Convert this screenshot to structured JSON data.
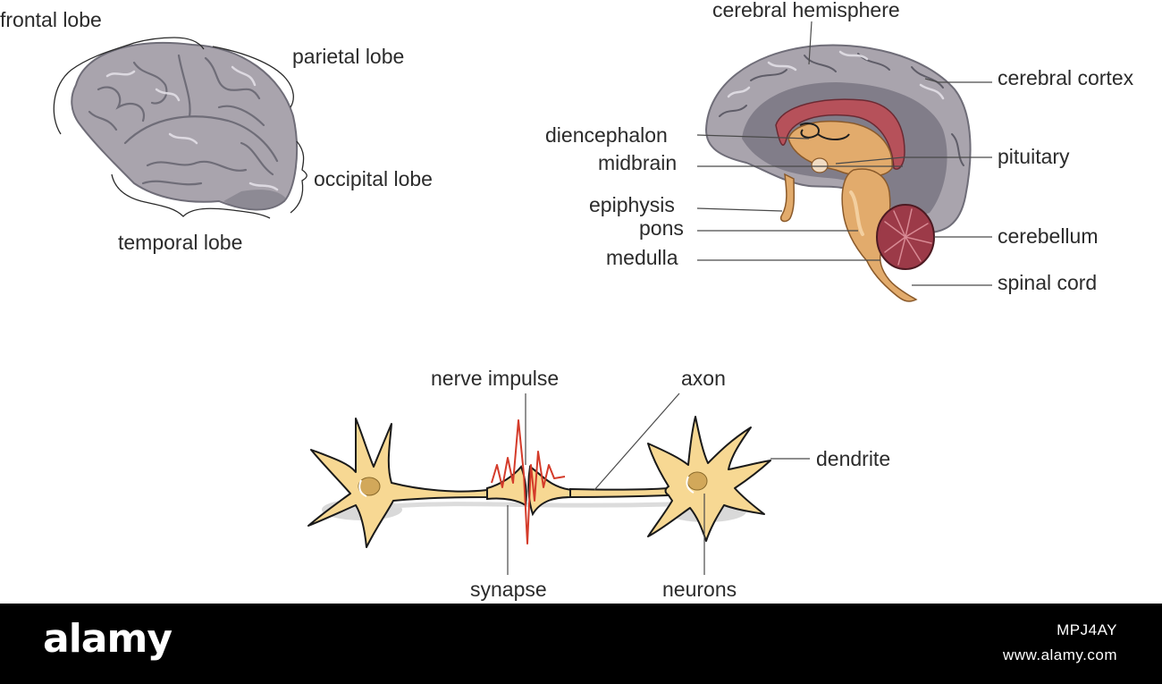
{
  "lobes_diagram": {
    "frontal": "frontal lobe",
    "parietal": "parietal lobe",
    "occipital": "occipital lobe",
    "temporal": "temporal lobe"
  },
  "section_diagram": {
    "cerebral_hemisphere": "cerebral hemisphere",
    "cerebral_cortex": "cerebral cortex",
    "diencephalon": "diencephalon",
    "midbrain": "midbrain",
    "pituitary": "pituitary",
    "epiphysis": "epiphysis",
    "pons": "pons",
    "cerebellum": "cerebellum",
    "medulla": "medulla",
    "spinal_cord": "spinal cord"
  },
  "neuron_diagram": {
    "nerve_impulse": "nerve impulse",
    "axon": "axon",
    "dendrite": "dendrite",
    "synapse": "synapse",
    "neurons": "neurons"
  },
  "footer": {
    "brand": "alamy",
    "image_id": "MPJ4AY",
    "site": "www.alamy.com"
  },
  "colors": {
    "brain_gray": "#a9a4ad",
    "brain_dark": "#6f6d78",
    "brainstem_tan": "#e2ab6c",
    "cerebellum_red": "#9c3a48",
    "neuron_yellow": "#f7d893",
    "impulse_red": "#d43b2a"
  }
}
